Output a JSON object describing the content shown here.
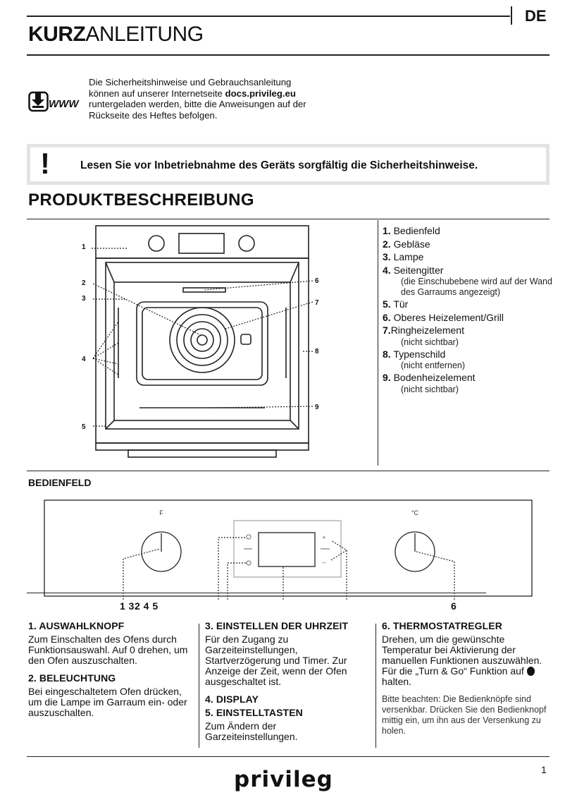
{
  "header": {
    "title_bold": "KURZ",
    "title_regular": "ANLEITUNG",
    "language": "DE"
  },
  "web_notice": {
    "icon_label": "WWW",
    "text_before": "Die Sicherheitshinweise und Gebrauchsanleitung können auf unserer Internetseite ",
    "url": "docs.privileg.eu",
    "text_after": " runtergeladen werden, bitte die Anweisungen auf der Rückseite des Heftes befolgen."
  },
  "warning": {
    "symbol": "!",
    "text": "Lesen Sie vor Inbetriebnahme des Geräts sorgfältig die Sicherheitshinweise."
  },
  "product": {
    "heading": "PRODUKTBESCHREIBUNG",
    "callouts": [
      "1",
      "2",
      "3",
      "4",
      "5",
      "6",
      "7",
      "8",
      "9"
    ],
    "legend": [
      {
        "num": "1.",
        "label": "Bedienfeld",
        "note": ""
      },
      {
        "num": "2.",
        "label": "Gebläse",
        "note": ""
      },
      {
        "num": "3.",
        "label": "Lampe",
        "note": ""
      },
      {
        "num": "4.",
        "label": "Seitengitter",
        "note": "(die Einschubebene wird auf der Wand des Garraums angezeigt)"
      },
      {
        "num": "5.",
        "label": "Tür",
        "note": ""
      },
      {
        "num": "6.",
        "label": "Oberes Heizelement/Grill",
        "note": ""
      },
      {
        "num": "7.",
        "label": "Ringheizelement",
        "note": "(nicht sichtbar)"
      },
      {
        "num": "8.",
        "label": "Typenschild",
        "note": "(nicht entfernen)"
      },
      {
        "num": "9.",
        "label": "Bodenheizelement",
        "note": "(nicht sichtbar)"
      }
    ]
  },
  "panel": {
    "heading": "BEDIENFELD",
    "knob_left_label": "F",
    "knob_right_label": "°C",
    "plus": "+",
    "minus": "–",
    "numbers_left": "1 32 4 5",
    "numbers_right": "6"
  },
  "sections": {
    "s1": {
      "title": "1. AUSWAHLKNOPF",
      "body": "Zum Einschalten des Ofens durch Funktionsauswahl. Auf  0 drehen, um den Ofen auszuschalten."
    },
    "s2": {
      "title": "2. BELEUCHTUNG",
      "body": "Bei eingeschaltetem Ofen drücken, um die Lampe im Garraum ein- oder auszuschalten."
    },
    "s3": {
      "title": "3. EINSTELLEN DER UHRZEIT",
      "body": "Für den Zugang zu Garzeiteinstellungen, Startverzögerung und Timer. Zur Anzeige der Zeit, wenn der Ofen ausgeschaltet ist."
    },
    "s4": {
      "title": "4. DISPLAY"
    },
    "s5": {
      "title": "5. EINSTELLTASTEN",
      "body": "Zum Ändern der Garzeiteinstellungen."
    },
    "s6": {
      "title": "6. THERMOSTATREGLER",
      "body_before": "Drehen, um die gewünschte Temperatur bei Aktivierung der manuellen Funktionen auszuwählen. Für die „Turn & Go“ Funktion auf ",
      "body_after": " halten.",
      "note": "Bitte beachten: Die Bedienknöpfe sind versenkbar. Drücken Sie den Bedienknopf mittig ein, um ihn aus der Versenkung zu holen."
    }
  },
  "footer": {
    "page_number": "1",
    "brand": "privileg"
  }
}
